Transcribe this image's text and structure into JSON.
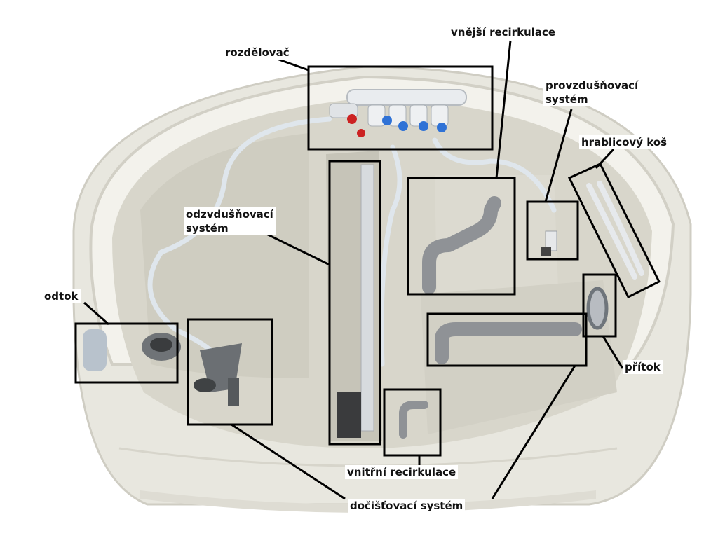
{
  "labels": {
    "rozdelovac": "rozdělovač",
    "vnejsi_recirkulace": "vnější recirkulace",
    "provzdusnovaci": "provzdušňovací\nsystém",
    "hrablicovy_kos": "hrablicový koš",
    "odzvdusnovaci": "odzvdušňovací\nsystém",
    "odtok": "odtok",
    "pritok": "přítok",
    "vnitrni_recirkulace": "vnitřní recirkulace",
    "docistovaci": "dočišťovací systém"
  },
  "colors": {
    "tank_body": "#e9e8e0",
    "tank_inner": "#d9d7cc",
    "tank_rim": "#f2f1ea",
    "pipe_gray": "#8e9093",
    "frame": "#000000"
  },
  "icons": {
    "manifold": "valve-manifold-icon",
    "pipe": "pvc-pipe-icon"
  }
}
